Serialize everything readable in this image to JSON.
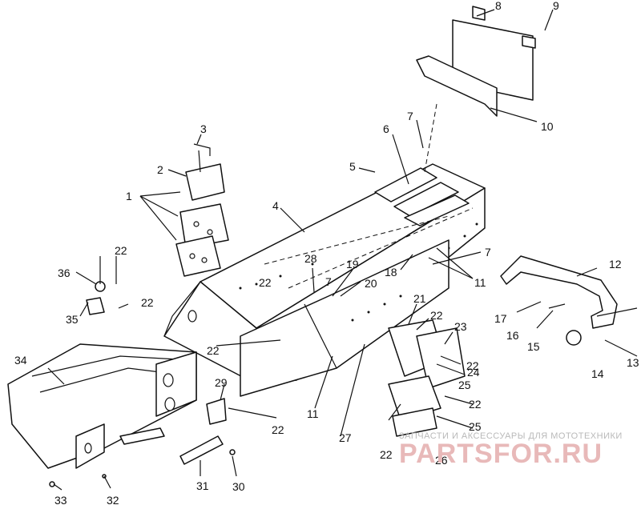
{
  "callouts": [
    "1",
    "2",
    "3",
    "4",
    "5",
    "6",
    "7",
    "7",
    "7",
    "8",
    "9",
    "10",
    "11",
    "11",
    "12",
    "13",
    "14",
    "15",
    "16",
    "17",
    "18",
    "19",
    "20",
    "21",
    "22",
    "22",
    "22",
    "22",
    "22",
    "22",
    "22",
    "22",
    "23",
    "24",
    "25",
    "25",
    "26",
    "27",
    "28",
    "29",
    "30",
    "31",
    "32",
    "33",
    "34",
    "35",
    "36"
  ],
  "watermark": {
    "tagline": "ЗАПЧАСТИ И АКСЕССУАРЫ ДЛЯ МОТОТЕХНИКИ",
    "logo": "PARTSFOR.RU"
  }
}
